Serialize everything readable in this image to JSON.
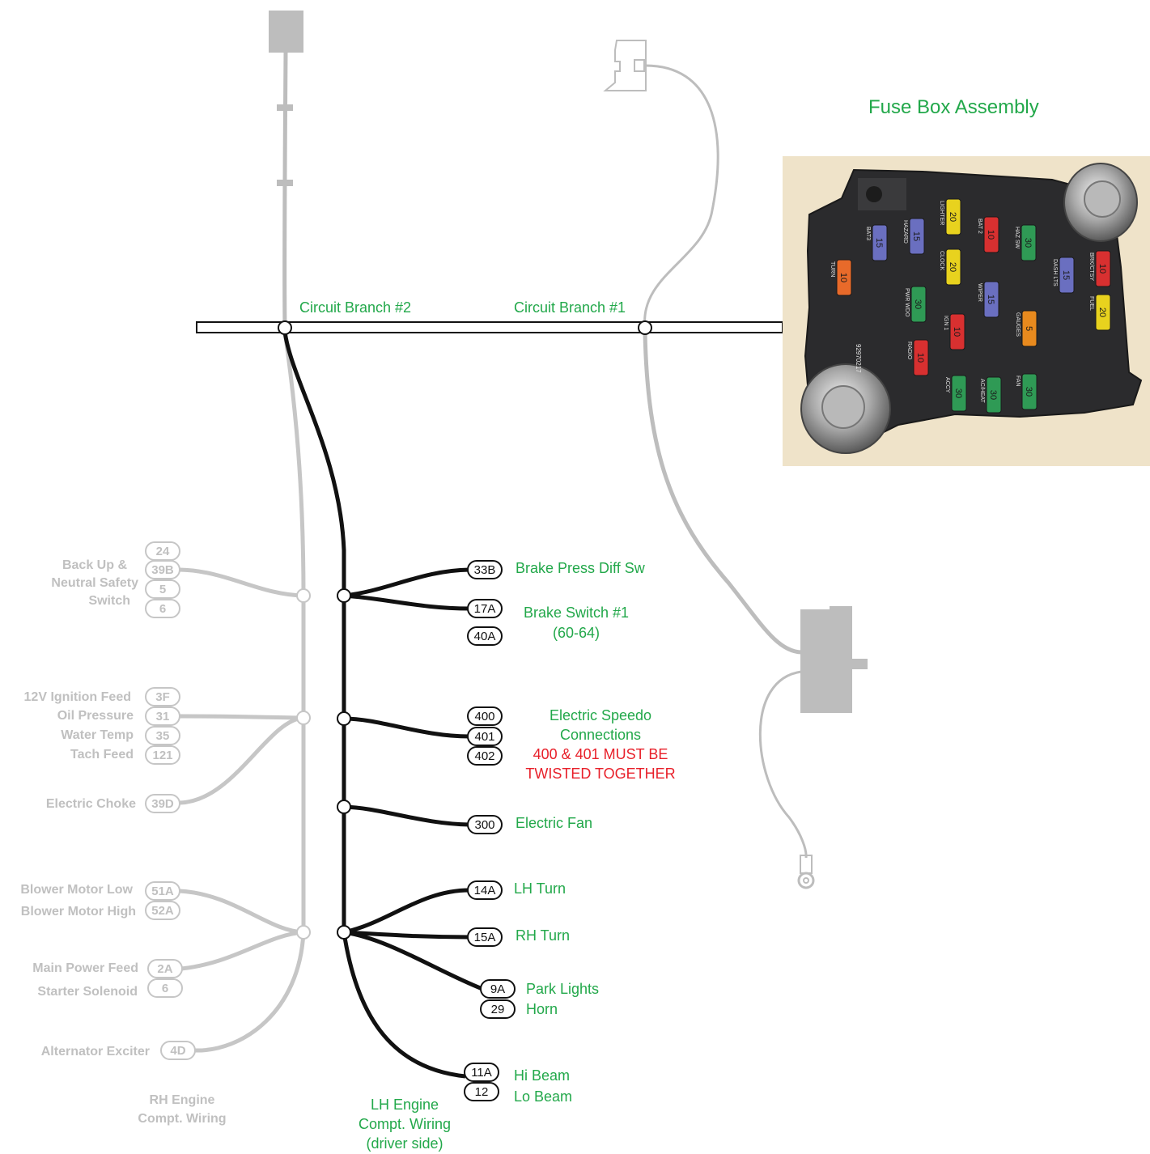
{
  "labels": {
    "fuse_box_title": "Fuse Box Assembly",
    "circuit_branch_2": "Circuit Branch #2",
    "circuit_branch_1": "Circuit Branch #1",
    "rh_engine_line1": "RH Engine",
    "rh_engine_line2": "Compt. Wiring",
    "lh_engine_line1": "LH Engine",
    "lh_engine_line2": "Compt. Wiring",
    "lh_engine_line3": "(driver side)"
  },
  "lh_connectors": [
    {
      "tag": "33B",
      "label": "Brake Press Diff Sw"
    },
    {
      "tag": "17A",
      "label": "Brake Switch #1"
    },
    {
      "tag": "40A",
      "label": "(60-64)"
    },
    {
      "tag": "400",
      "label": "Electric Speedo"
    },
    {
      "tag": "401",
      "label": "Connections"
    },
    {
      "tag": "402",
      "label": ""
    },
    {
      "tag": "300",
      "label": "Electric Fan"
    },
    {
      "tag": "14A",
      "label": "LH Turn"
    },
    {
      "tag": "15A",
      "label": "RH Turn"
    },
    {
      "tag": "9A",
      "label": "Park Lights"
    },
    {
      "tag": "29",
      "label": "Horn"
    },
    {
      "tag": "11A",
      "label": "Hi Beam"
    },
    {
      "tag": "12",
      "label": "Lo Beam"
    }
  ],
  "speedo_warning": [
    "400 & 401 MUST BE",
    "TWISTED TOGETHER"
  ],
  "rh_connectors": [
    {
      "tag": "24",
      "label": "Back Up &"
    },
    {
      "tag": "39B",
      "label": "Neutral Safety"
    },
    {
      "tag": "5",
      "label": "Switch"
    },
    {
      "tag": "6",
      "label": ""
    },
    {
      "tag": "3F",
      "label": "12V Ignition Feed"
    },
    {
      "tag": "31",
      "label": "Oil Pressure"
    },
    {
      "tag": "35",
      "label": "Water Temp"
    },
    {
      "tag": "121",
      "label": "Tach Feed"
    },
    {
      "tag": "39D",
      "label": "Electric Choke"
    },
    {
      "tag": "51A",
      "label": "Blower Motor Low"
    },
    {
      "tag": "52A",
      "label": "Blower Motor High"
    },
    {
      "tag": "2A",
      "label": "Main Power Feed"
    },
    {
      "tag": "6",
      "label": "Starter Solenoid"
    },
    {
      "tag": "4D",
      "label": "Alternator Exciter"
    }
  ],
  "fuse_box": {
    "part_number": "92970217",
    "fuses": [
      {
        "value": "15",
        "color": "#6a6fc0",
        "label": "BAT3"
      },
      {
        "value": "15",
        "color": "#6a6fc0",
        "label": "HAZARD"
      },
      {
        "value": "20",
        "color": "#e8d21e",
        "label": "LIGHTER"
      },
      {
        "value": "10",
        "color": "#d83030",
        "label": "BAT 2"
      },
      {
        "value": "30",
        "color": "#2f9a55",
        "label": "HAZ SW"
      },
      {
        "value": "10",
        "color": "#e86a2a",
        "label": "TURN"
      },
      {
        "value": "20",
        "color": "#e8d21e",
        "label": "CLOCK"
      },
      {
        "value": "30",
        "color": "#2f9a55",
        "label": "PWR WDO"
      },
      {
        "value": "15",
        "color": "#6a6fc0",
        "label": "WIPER"
      },
      {
        "value": "15",
        "color": "#6a6fc0",
        "label": "DASH LTS"
      },
      {
        "value": "10",
        "color": "#d83030",
        "label": "BRK/CTSY"
      },
      {
        "value": "10",
        "color": "#d83030",
        "label": "IGN 1"
      },
      {
        "value": "5",
        "color": "#e88a1e",
        "label": "GAUGES"
      },
      {
        "value": "20",
        "color": "#e8d21e",
        "label": "FUEL"
      },
      {
        "value": "10",
        "color": "#d83030",
        "label": "RADIO"
      },
      {
        "value": "30",
        "color": "#2f9a55",
        "label": "ACCY"
      },
      {
        "value": "30",
        "color": "#2f9a55",
        "label": "AC/HEAT"
      },
      {
        "value": "30",
        "color": "#2f9a55",
        "label": "FAN"
      }
    ]
  }
}
